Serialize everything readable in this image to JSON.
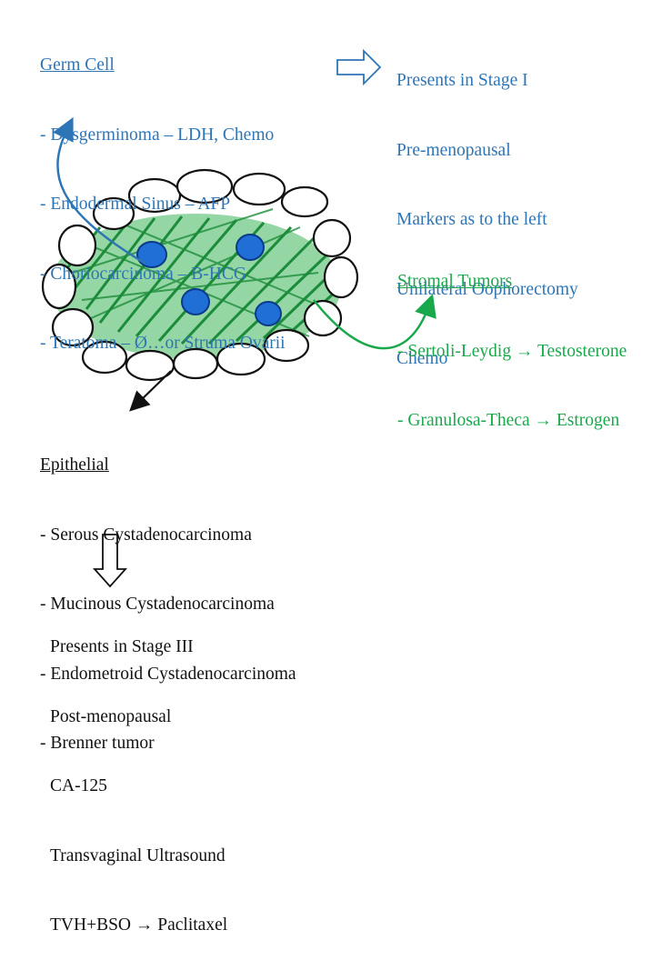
{
  "germ_cell": {
    "heading": "Germ Cell",
    "items": [
      "- Dysgerminoma – LDH, Chemo",
      "- Endodermal Sinus – AFP",
      "- Choriocarcinoma – B-HCG",
      "- Teratoma – Ø…or Struma Ovarii"
    ],
    "color": "#2e75b6"
  },
  "germ_cell_notes": [
    "Presents in Stage I",
    "Pre-menopausal",
    "Markers as to the left",
    "Unilateral Oophorectomy",
    "Chemo"
  ],
  "stromal": {
    "heading": "Stromal Tumors",
    "items": [
      "- Sertoli-Leydig → Testosterone",
      "- Granulosa-Theca → Estrogen"
    ],
    "color": "#1aa84c"
  },
  "epithelial": {
    "heading": "Epithelial",
    "items": [
      "- Serous Cystadenocarcinoma",
      "- Mucinous Cystadenocarcinoma",
      "- Endometroid Cystadenocarcinoma",
      "- Brenner tumor"
    ]
  },
  "epithelial_notes": [
    "Presents in Stage III",
    "Post-menopausal",
    "CA-125",
    "Transvaginal Ultrasound",
    "TVH+BSO → Paclitaxel"
  ]
}
